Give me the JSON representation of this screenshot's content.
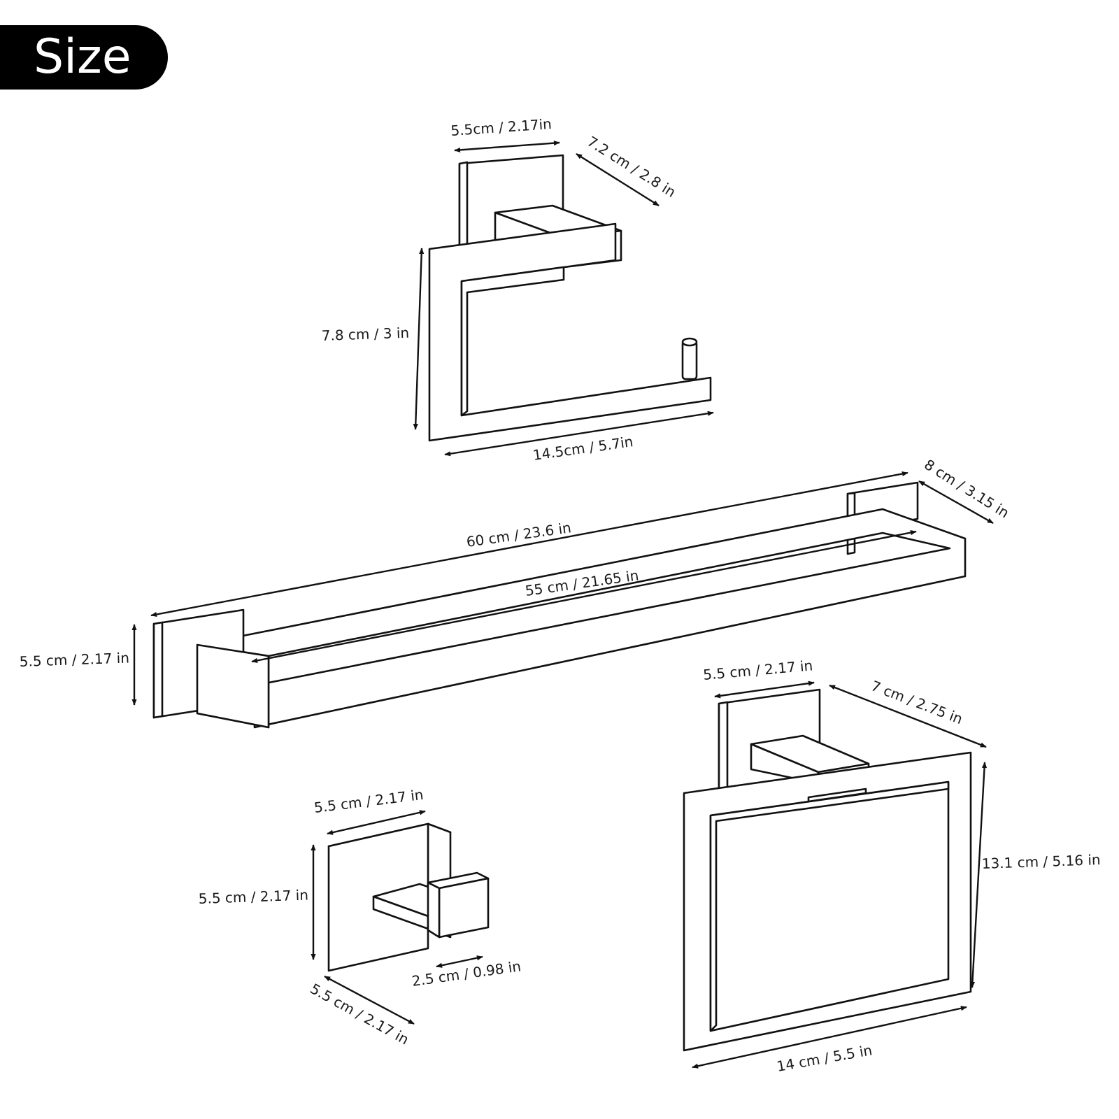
{
  "badge": {
    "title": "Size"
  },
  "paper_holder": {
    "width_top": "5.5cm / 2.17in",
    "depth": "7.2 cm / 2.8 in",
    "height": "7.8 cm / 3 in",
    "length": "14.5cm / 5.7in"
  },
  "towel_bar": {
    "overall_length": "60 cm / 23.6 in",
    "bar_length": "55 cm / 21.65 in",
    "depth": "8 cm / 3.15 in",
    "plate_height": "5.5 cm / 2.17 in"
  },
  "robe_hook": {
    "top_width": "5.5 cm / 2.17 in",
    "height": "5.5 cm / 2.17 in",
    "bottom_width": "5.5 cm / 2.17 in",
    "hook_depth": "2.5 cm / 0.98 in"
  },
  "towel_ring": {
    "plate_width": "5.5 cm / 2.17 in",
    "depth": "7 cm / 2.75 in",
    "height": "13.1 cm / 5.16 in",
    "width": "14 cm /  5.5 in"
  }
}
